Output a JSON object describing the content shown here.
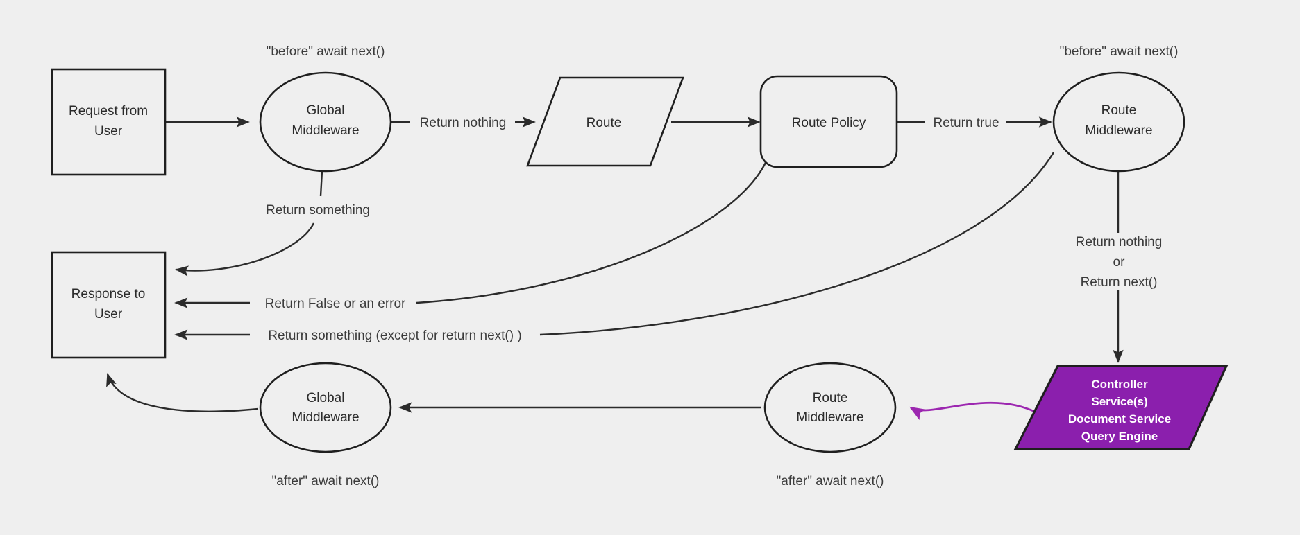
{
  "diagram": {
    "title": "Request / Middleware Lifecycle Flowchart",
    "background_color": "#efefef",
    "accent_color": "#8b1fad",
    "purple_arrow_color": "#9c27b0",
    "stroke_color": "#1f1f1f"
  },
  "nodes": {
    "request_from_user": {
      "line1": "Request from",
      "line2": "User",
      "shape": "rectangle"
    },
    "global_middleware_top": {
      "line1": "Global",
      "line2": "Middleware",
      "shape": "ellipse"
    },
    "route": {
      "line1": "Route",
      "shape": "parallelogram"
    },
    "route_policy": {
      "line1": "Route Policy",
      "shape": "rounded-rectangle"
    },
    "route_middleware_top": {
      "line1": "Route",
      "line2": "Middleware",
      "shape": "ellipse"
    },
    "controller": {
      "line1": "Controller",
      "line2": "Service(s)",
      "line3": "Document Service",
      "line4": "Query Engine",
      "shape": "parallelogram",
      "fill": "#8b1fad"
    },
    "route_middleware_bottom": {
      "line1": "Route",
      "line2": "Middleware",
      "shape": "ellipse"
    },
    "global_middleware_bottom": {
      "line1": "Global",
      "line2": "Middleware",
      "shape": "ellipse"
    },
    "response_to_user": {
      "line1": "Response to",
      "line2": "User",
      "shape": "rectangle"
    }
  },
  "edge_labels": {
    "return_nothing": "Return nothing",
    "return_true": "Return true",
    "return_something": "Return something",
    "return_false_or_error": "Return False or an error",
    "return_something_except": "Return something (except for return next() )",
    "return_nothing_or_next_line1": "Return nothing",
    "return_nothing_or_next_line2": "or",
    "return_nothing_or_next_line3": "Return next()"
  },
  "annotations": {
    "before_await_next_global": "\"before\" await next()",
    "before_await_next_route": "\"before\" await next()",
    "after_await_next_global": "\"after\" await next()",
    "after_await_next_route": "\"after\" await next()"
  }
}
